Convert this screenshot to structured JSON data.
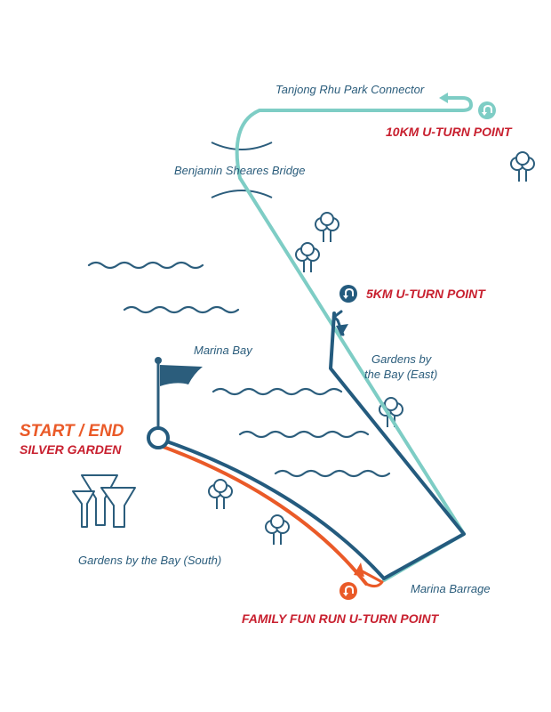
{
  "labels": {
    "tanjong_rhu": "Tanjong Rhu Park Connector",
    "ten_km": "10KM U-TURN POINT",
    "benjamin_sheares": "Benjamin Sheares Bridge",
    "five_km": "5KM U-TURN POINT",
    "marina_bay": "Marina Bay",
    "gardens_east_1": "Gardens by",
    "gardens_east_2": "the Bay (East)",
    "start_end": "START / END",
    "silver_garden": "SILVER GARDEN",
    "gardens_south": "Gardens by the Bay (South)",
    "marina_barrage": "Marina Barrage",
    "family_fun_run": "FAMILY FUN RUN U-TURN POINT"
  },
  "colors": {
    "route_10km": "#7ecdc5",
    "route_5km": "#245b7e",
    "route_family": "#ea5a28",
    "label_red": "#c8202f",
    "label_orange": "#ea5a28",
    "label_blue": "#2b5d7c",
    "icon_blue": "#2b5d7c"
  },
  "icons": {
    "start": "start-end-marker-icon",
    "flag": "flag-icon",
    "tree": "tree-icon",
    "water": "water-wave-icon",
    "u_turn": "u-turn-icon",
    "supertrees": "supertree-icon"
  }
}
